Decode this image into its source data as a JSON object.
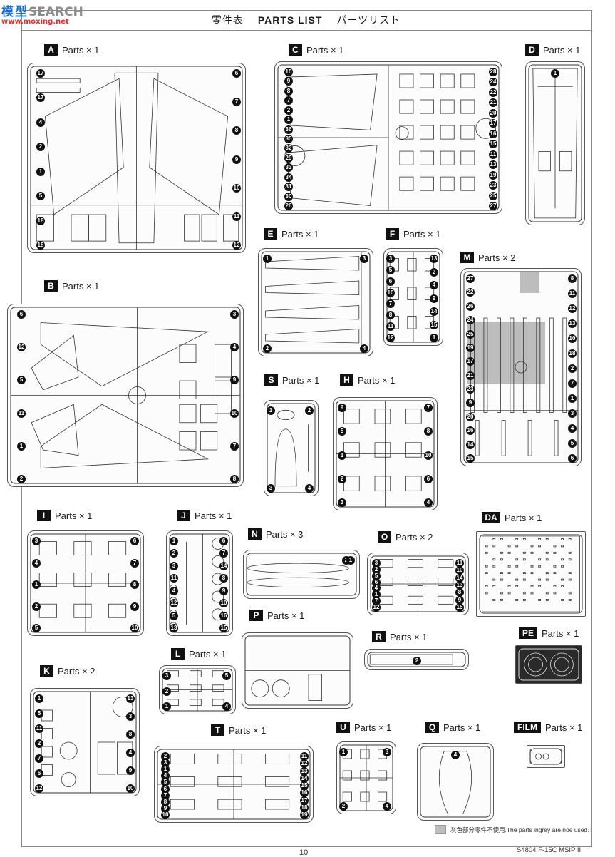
{
  "watermark": {
    "logo": "模型",
    "search": "SEARCH",
    "url": "www.moxing.net"
  },
  "header": {
    "zh": "零件表",
    "en": "PARTS LIST",
    "ja": "パーツリスト"
  },
  "sprues": [
    {
      "id": "A",
      "qty": "Parts × 1",
      "numbers": [
        "17",
        "17",
        "4",
        "2",
        "1",
        "5",
        "18",
        "18",
        "6",
        "7",
        "8",
        "9",
        "10",
        "11",
        "12"
      ]
    },
    {
      "id": "B",
      "qty": "Parts × 1",
      "numbers": [
        "6",
        "12",
        "5",
        "11",
        "1",
        "2",
        "3",
        "4",
        "9",
        "10",
        "7",
        "8"
      ]
    },
    {
      "id": "C",
      "qty": "Parts × 1",
      "numbers": [
        "10",
        "9",
        "8",
        "7",
        "2",
        "1",
        "36",
        "35",
        "32",
        "29",
        "33",
        "34",
        "31",
        "30",
        "26",
        "28",
        "24",
        "22",
        "21",
        "20",
        "17",
        "16",
        "15",
        "11",
        "13",
        "19",
        "23",
        "25",
        "27"
      ]
    },
    {
      "id": "D",
      "qty": "Parts × 1",
      "numbers": [
        "1"
      ]
    },
    {
      "id": "E",
      "qty": "Parts × 1",
      "numbers": [
        "1",
        "2",
        "3",
        "4"
      ]
    },
    {
      "id": "F",
      "qty": "Parts × 1",
      "numbers": [
        "3",
        "5",
        "6",
        "10",
        "7",
        "8",
        "11",
        "12",
        "13",
        "2",
        "4",
        "9",
        "14",
        "15",
        "1"
      ]
    },
    {
      "id": "M",
      "qty": "Parts × 2",
      "numbers": [
        "27",
        "22",
        "26",
        "24",
        "25",
        "19",
        "17",
        "21",
        "23",
        "9",
        "20",
        "16",
        "14",
        "15",
        "8",
        "11",
        "12",
        "13",
        "10",
        "18",
        "2",
        "7",
        "1",
        "3",
        "4",
        "5",
        "6"
      ]
    },
    {
      "id": "S",
      "qty": "Parts × 1",
      "numbers": [
        "1",
        "3",
        "2",
        "4"
      ]
    },
    {
      "id": "H",
      "qty": "Parts × 1",
      "numbers": [
        "9",
        "5",
        "1",
        "2",
        "3",
        "7",
        "8",
        "10",
        "6",
        "4"
      ]
    },
    {
      "id": "I",
      "qty": "Parts × 1",
      "numbers": [
        "3",
        "4",
        "1",
        "2",
        "5",
        "6",
        "7",
        "8",
        "9",
        "10"
      ]
    },
    {
      "id": "J",
      "qty": "Parts × 1",
      "numbers": [
        "1",
        "2",
        "3",
        "11",
        "4",
        "12",
        "5",
        "13",
        "6",
        "7",
        "14",
        "8",
        "9",
        "10",
        "16",
        "15"
      ]
    },
    {
      "id": "N",
      "qty": "Parts × 3",
      "numbers": [
        "2",
        "1"
      ]
    },
    {
      "id": "O",
      "qty": "Parts × 2",
      "numbers": [
        "3",
        "2",
        "5",
        "6",
        "4",
        "1",
        "7",
        "12",
        "11",
        "10",
        "14",
        "13",
        "8",
        "9",
        "15"
      ]
    },
    {
      "id": "DA",
      "qty": "Parts × 1",
      "numbers": []
    },
    {
      "id": "P",
      "qty": "Parts × 1",
      "numbers": []
    },
    {
      "id": "R",
      "qty": "Parts × 1",
      "numbers": [
        "2"
      ]
    },
    {
      "id": "PE",
      "qty": "Parts × 1",
      "numbers": []
    },
    {
      "id": "L",
      "qty": "Parts × 1",
      "numbers": [
        "3",
        "2",
        "1",
        "5",
        "4"
      ]
    },
    {
      "id": "K",
      "qty": "Parts × 2",
      "numbers": [
        "1",
        "5",
        "11",
        "2",
        "7",
        "6",
        "12",
        "13",
        "3",
        "8",
        "4",
        "9",
        "10"
      ]
    },
    {
      "id": "T",
      "qty": "Parts × 1",
      "numbers": [
        "2",
        "3",
        "1",
        "4",
        "5",
        "6",
        "7",
        "8",
        "9",
        "10",
        "11",
        "12",
        "13",
        "14",
        "15",
        "16",
        "17",
        "18",
        "19"
      ]
    },
    {
      "id": "U",
      "qty": "Parts × 1",
      "numbers": [
        "1",
        "2",
        "3",
        "4"
      ]
    },
    {
      "id": "Q",
      "qty": "Parts × 1",
      "numbers": [
        "4"
      ]
    },
    {
      "id": "FILM",
      "qty": "Parts × 1",
      "numbers": []
    }
  ],
  "note": "灰色部分零件不使用.The parts ingrey are noe used.",
  "footer": "S4804 F-15C MSIP II",
  "page_number": "10",
  "colors": {
    "ink": "#1a1a1a",
    "unused_gray": "#bdbdbd",
    "frame": "#555555"
  }
}
